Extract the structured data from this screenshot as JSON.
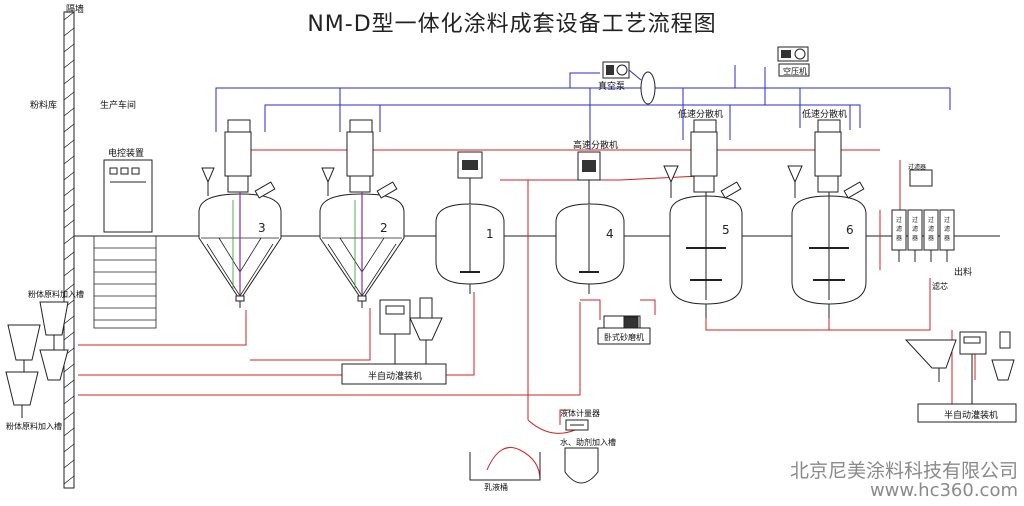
{
  "title": "NM-D型一体化涂料成套设备工艺流程图",
  "labels": {
    "wall": "隔墙",
    "powder_store": "粉料库",
    "workshop": "生产车间",
    "control_unit": "电控装置",
    "vacuum_pump": "真空泵",
    "air_compressor": "空压机",
    "high_speed_disperser": "高速分散机",
    "low_speed_disperser_1": "低速分散机",
    "low_speed_disperser_2": "低速分散机",
    "powder_feed_tank_1": "粉体原料加入槽",
    "powder_feed_tank_2": "粉体原料加入槽",
    "semi_auto_filler_1": "半自动灌装机",
    "semi_auto_filler_2": "半自动灌装机",
    "horizontal_sand_mill": "卧式砂磨机",
    "liquid_meter": "液体计量器",
    "water_additive_tank": "水、助剂加入槽",
    "emulsion_tank": "乳液桶",
    "discharge": "出料",
    "filter": "滤芯",
    "filter_top": "过滤器"
  },
  "tanks": [
    {
      "id": "reactor-3",
      "number": "3"
    },
    {
      "id": "reactor-2",
      "number": "2"
    },
    {
      "id": "tank-1",
      "number": "1"
    },
    {
      "id": "tank-4",
      "number": "4"
    },
    {
      "id": "tank-5",
      "number": "5"
    },
    {
      "id": "tank-6",
      "number": "6"
    }
  ],
  "filter_labels": [
    "过",
    "滤",
    "器"
  ],
  "watermark": {
    "company": "北京尼美涂料科技有限公司",
    "url": "www.hc360.com"
  },
  "colors": {
    "vacuum_line": "#2a2ad8",
    "material_line": "#d42020",
    "agitator_line": "#2a9a2a",
    "structure": "#222222"
  }
}
